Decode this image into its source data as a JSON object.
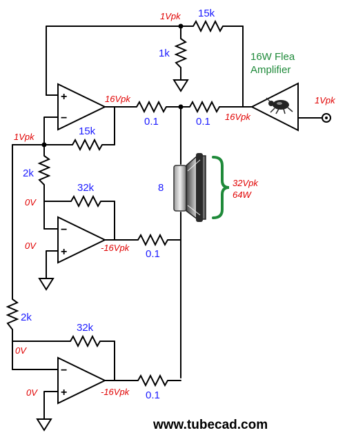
{
  "labels": {
    "r_top_feedback": "15k",
    "r_top_shunt": "1k",
    "v_top_node": "1Vpk",
    "flea_title_1": "16W Flea",
    "flea_title_2": "Amplifier",
    "v_out": "1Vpk",
    "v_opamp1_out": "16Vpk",
    "r_opamp1_series": "0.1",
    "r_flea_series": "0.1",
    "v_flea_out": "16Vpk",
    "v_input": "1Vpk",
    "r_opamp1_feedback": "15k",
    "r_divider_1": "2k",
    "v_opamp2_inv": "0V",
    "r_opamp2_feedback": "32k",
    "speaker_ohms": "8",
    "speaker_voltage": "32Vpk",
    "speaker_power": "64W",
    "v_opamp2_noninv": "0V",
    "v_opamp2_out": "-16Vpk",
    "r_opamp2_series": "0.1",
    "r_divider_2": "2k",
    "r_opamp3_feedback": "32k",
    "v_opamp3_inv": "0V",
    "v_opamp3_noninv": "0V",
    "v_opamp3_out": "-16Vpk",
    "r_opamp3_series": "0.1",
    "website": "www.tubecad.com"
  },
  "symbols": {
    "plus": "+",
    "minus": "−"
  },
  "colors": {
    "component_value": "#1a1aff",
    "signal_level": "#e00000",
    "flea_label": "#1f8a3a",
    "wire": "#000000"
  },
  "icons": [
    "flea-bug-icon",
    "speaker-icon",
    "ground-icon",
    "output-jack-icon"
  ]
}
